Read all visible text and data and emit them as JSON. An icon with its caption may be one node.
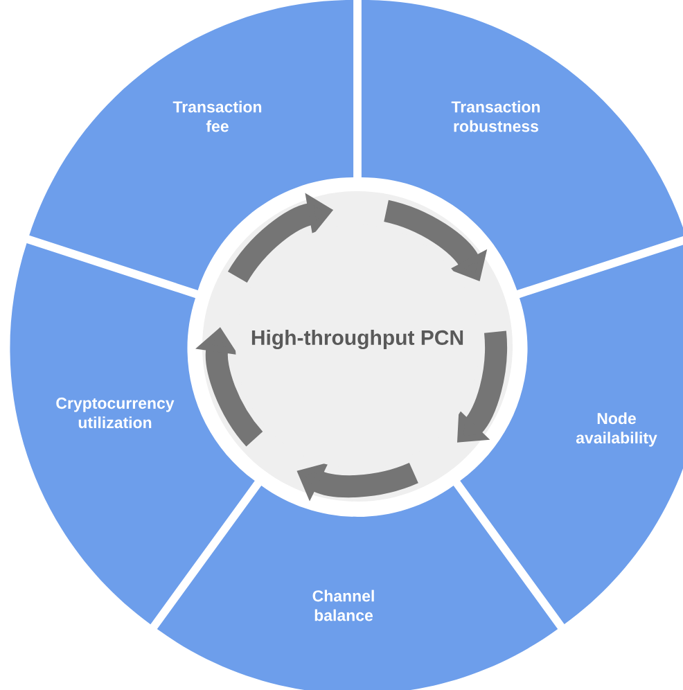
{
  "diagram": {
    "nodes": [
      {
        "text": [
          "Transaction fee"
        ]
      },
      {
        "text": [
          "Transaction robustness"
        ]
      },
      {
        "text": [
          "Node availability"
        ]
      },
      {
        "text": [
          "Channel balance"
        ]
      },
      {
        "text": [
          "Cryptocurrency utilization"
        ]
      },
      {
        "text": [
          "High-throughput PCN"
        ]
      }
    ]
  }
}
